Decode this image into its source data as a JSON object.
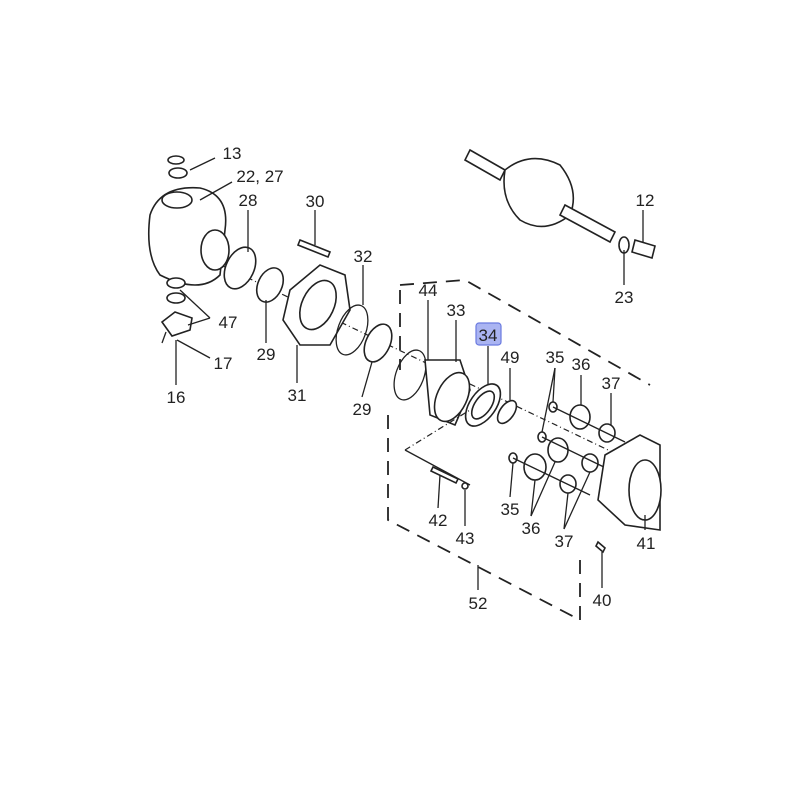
{
  "diagram": {
    "highlight_color": "#aab4f2",
    "highlight_border": "#6a7ae0",
    "labels": {
      "l13": "13",
      "l22_27": "22, 27",
      "l28": "28",
      "l30": "30",
      "l12": "12",
      "l32": "32",
      "l23": "23",
      "l44": "44",
      "l33": "33",
      "l34": "34",
      "l49": "49",
      "l35a": "35",
      "l36a": "36",
      "l37a": "37",
      "l47": "47",
      "l17": "17",
      "l16": "16",
      "l29a": "29",
      "l31": "31",
      "l29b": "29",
      "l42": "42",
      "l43": "43",
      "l35b": "35",
      "l36b": "36",
      "l37b": "37",
      "l41": "41",
      "l40": "40",
      "l52": "52"
    }
  }
}
